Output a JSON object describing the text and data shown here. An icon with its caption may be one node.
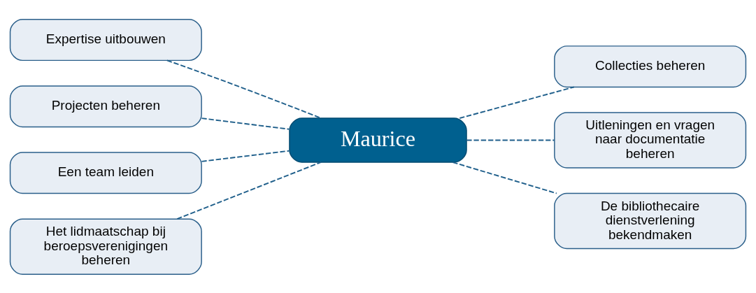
{
  "diagram": {
    "nodes": [
      {
        "text": [
          "Expertise uitbouwen"
        ]
      },
      {
        "text": [
          "Collecties beheren"
        ]
      },
      {
        "text": [
          "Projecten beheren"
        ]
      },
      {
        "text": [
          "Uitleningen en vragen naar documentatie beheren"
        ]
      },
      {
        "text": [
          "Maurice"
        ]
      },
      {
        "text": [
          "Een team leiden"
        ]
      },
      {
        "text": [
          "Het lidmaatschap bij beroepsverenigingen beheren"
        ]
      },
      {
        "text": [
          "De bibliothecaire dienstverlening bekendmaken"
        ]
      }
    ],
    "edges": [
      {
        "from": 0,
        "to": 4,
        "arrow": "none",
        "style": "dashed"
      },
      {
        "from": 4,
        "to": 1,
        "arrow": "none",
        "style": "dashed"
      },
      {
        "from": 2,
        "to": 4,
        "arrow": "none",
        "style": "dashed"
      },
      {
        "from": 4,
        "to": 3,
        "arrow": "none",
        "style": "dashed"
      },
      {
        "from": 5,
        "to": 4,
        "arrow": "none",
        "style": "dashed"
      },
      {
        "from": 6,
        "to": 4,
        "arrow": "none",
        "style": "dashed"
      },
      {
        "from": 4,
        "to": 7,
        "arrow": "none",
        "style": "dashed"
      }
    ]
  }
}
